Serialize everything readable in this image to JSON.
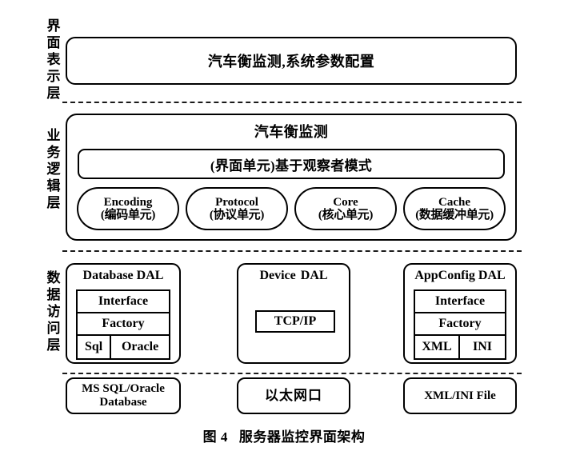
{
  "figure": {
    "caption_number": "图 4",
    "caption_title": "服务器监控界面架构"
  },
  "layers": [
    {
      "name": "presentation",
      "label": "界面表示层",
      "chars": [
        "界",
        "面",
        "表",
        "示",
        "层"
      ]
    },
    {
      "name": "business",
      "label": "业务逻辑层",
      "chars": [
        "业",
        "务",
        "逻",
        "辑",
        "层"
      ]
    },
    {
      "name": "data-access",
      "label": "数据访问层",
      "chars": [
        "数",
        "据",
        "访",
        "问",
        "层"
      ]
    }
  ],
  "presentation": {
    "box_label": "汽车衡监测,系统参数配置"
  },
  "business": {
    "title": "汽车衡监测",
    "observer_label": "(界面单元)基于观察者模式",
    "units": [
      {
        "en": "Encoding",
        "cn": "(编码单元)"
      },
      {
        "en": "Protocol",
        "cn": "(协议单元)"
      },
      {
        "en": "Core",
        "cn": "(核心单元)"
      },
      {
        "en": "Cache",
        "cn": "(数据缓冲单元)"
      }
    ]
  },
  "data_access": {
    "database_dal": {
      "title": "Database DAL",
      "rows": [
        "Interface",
        "Factory"
      ],
      "split_row": [
        "Sql",
        "Oracle"
      ]
    },
    "device_dal": {
      "title_part1": "Device",
      "title_part2": "DAL",
      "inner_box": "TCP/IP"
    },
    "appconfig_dal": {
      "title": "AppConfig DAL",
      "rows": [
        "Interface",
        "Factory"
      ],
      "split_row": [
        "XML",
        "INI"
      ]
    }
  },
  "physical": [
    {
      "line1": "MS SQL/Oracle",
      "line2": "Database"
    },
    {
      "line1": "以太网口",
      "line2": ""
    },
    {
      "line1": "XML/INI File",
      "line2": ""
    }
  ],
  "colors": {
    "stroke": "#000000",
    "background": "#ffffff",
    "divider": "#1a1a1a"
  }
}
